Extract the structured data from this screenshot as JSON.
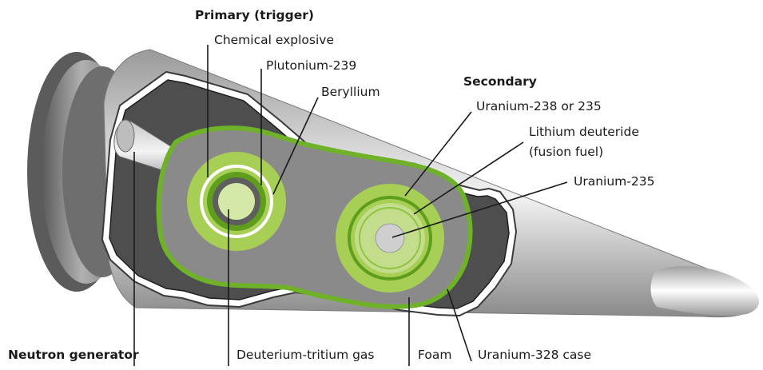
{
  "headings": {
    "primary": "Primary (trigger)",
    "secondary": "Secondary",
    "neutron_generator": "Neutron generator"
  },
  "labels": {
    "chemical_explosive": "Chemical explosive",
    "plutonium": "Plutonium-239",
    "beryllium": "Beryllium",
    "uranium_238_or_235": "Uranium-238 or 235",
    "lithium_deuteride_1": "Lithium deuteride",
    "lithium_deuteride_2": "(fusion fuel)",
    "uranium_235": "Uranium-235",
    "deuterium_tritium": "Deuterium-tritium gas",
    "foam": "Foam",
    "uranium_case": "Uranium-328 case"
  },
  "colors": {
    "light_green": "#a8cf55",
    "mid_green": "#7db82e",
    "dark_green": "#5e9e1c",
    "pale_green": "#d6e8a8",
    "steel_dark": "#4d4d4d",
    "steel_mid": "#8a8a8a",
    "steel_light": "#d9d9d9"
  }
}
